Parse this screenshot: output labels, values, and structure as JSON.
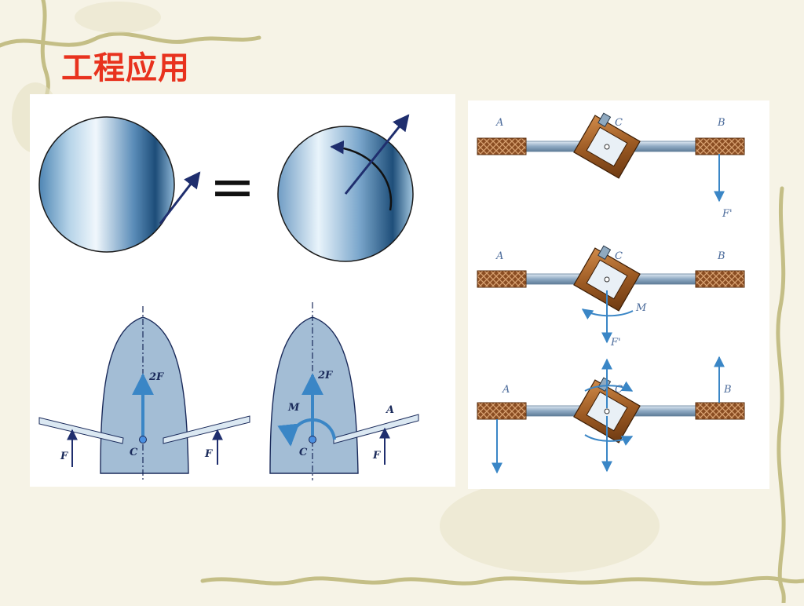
{
  "slide": {
    "title": "工程应用"
  },
  "colors": {
    "title": "#e8321e",
    "background": "#f6f3e6",
    "vine": "#c4be86",
    "panel": "#ffffff",
    "disk_dark": "#1f4f7a",
    "disk_light": "#e6f2fa",
    "wrench": "#9c5a23",
    "handle": "#8a4d22",
    "arrow_dark": "#1f2e6e",
    "arrow_blue": "#3a86c6"
  },
  "diagrams": {
    "equals_sign": "=",
    "tapping": {
      "left": {
        "center_label": "C",
        "resultant_label": "2F",
        "left_force": "F",
        "right_force": "F"
      },
      "right": {
        "center_label": "C",
        "resultant_label": "2F",
        "moment_label": "M",
        "arm_label": "A",
        "force_label": "F"
      }
    },
    "wrench": {
      "top": {
        "a": "A",
        "c": "C",
        "b": "B",
        "force": "F'"
      },
      "middle": {
        "a": "A",
        "c": "C",
        "b": "B",
        "moment": "M",
        "force": "F'"
      },
      "bottom": {
        "a": "A",
        "c": "C",
        "b": "B"
      }
    }
  }
}
